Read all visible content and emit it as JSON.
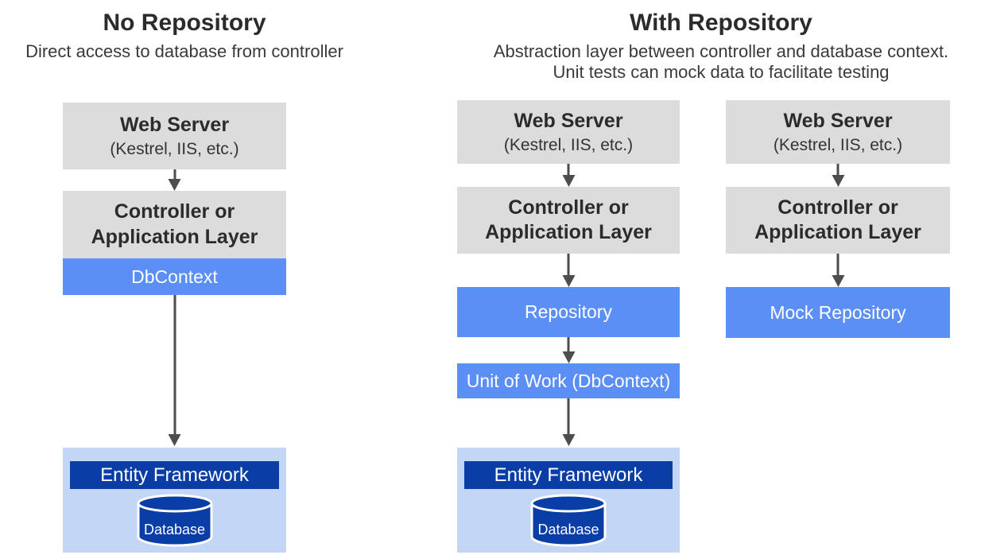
{
  "colors": {
    "box_gray": "#dcdcdc",
    "box_blue": "#5b8ff5",
    "box_light_blue": "#c4d6f6",
    "box_dark_blue": "#0b3da6",
    "arrow": "#4d4d4d",
    "heading_text": "#2b2b2b"
  },
  "sections": {
    "left": {
      "title": "No Repository",
      "subtitle": "Direct access to database from controller"
    },
    "right": {
      "title": "With Repository",
      "subtitle_line1": "Abstraction layer between controller and database context.",
      "subtitle_line2": "Unit tests can mock data to facilitate testing"
    }
  },
  "labels": {
    "web_server_title": "Web Server",
    "web_server_sub": "(Kestrel, IIS, etc.)",
    "controller_line1": "Controller or",
    "controller_line2": "Application Layer",
    "dbcontext": "DbContext",
    "repository": "Repository",
    "unit_of_work": "Unit of Work (DbContext)",
    "mock_repository": "Mock Repository",
    "entity_framework": "Entity Framework",
    "database": "Database"
  }
}
